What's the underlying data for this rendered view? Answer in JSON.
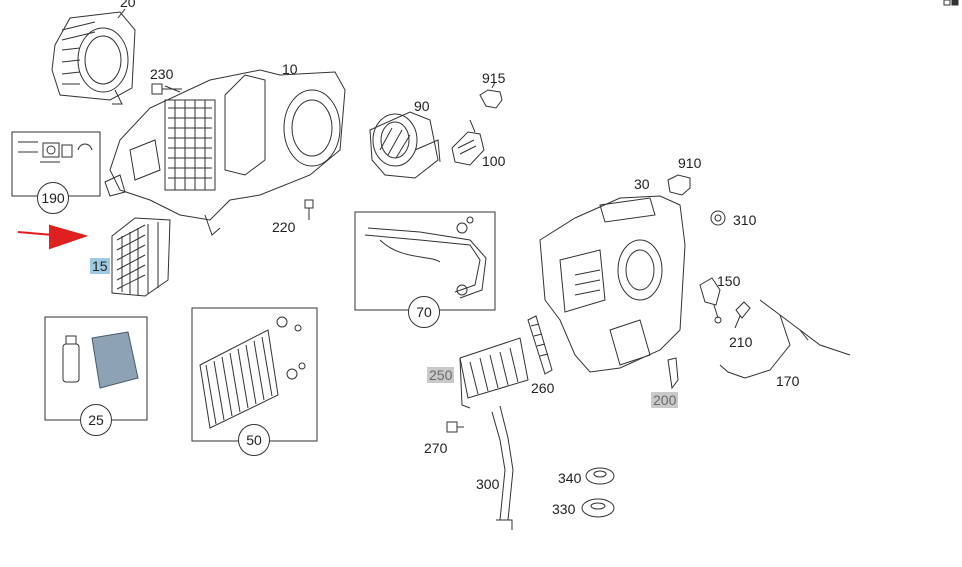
{
  "labels": {
    "p20": "20",
    "p230": "230",
    "p10": "10",
    "p915": "915",
    "p90": "90",
    "p100": "100",
    "p190": "190",
    "p15": "15",
    "p220": "220",
    "p910": "910",
    "p30": "30",
    "p310": "310",
    "p70": "70",
    "p150": "150",
    "p210": "210",
    "p260": "260",
    "p250": "250",
    "p170": "170",
    "p200": "200",
    "p25": "25",
    "p50": "50",
    "p270": "270",
    "p300": "300",
    "p340": "340",
    "p330": "330"
  },
  "colors": {
    "arrow": "#e02020",
    "highlight_blue": "#9ecbe3",
    "highlight_gray": "#c9c9c9",
    "line": "#333333"
  },
  "icons": {
    "corner": "page-corner-icon"
  }
}
